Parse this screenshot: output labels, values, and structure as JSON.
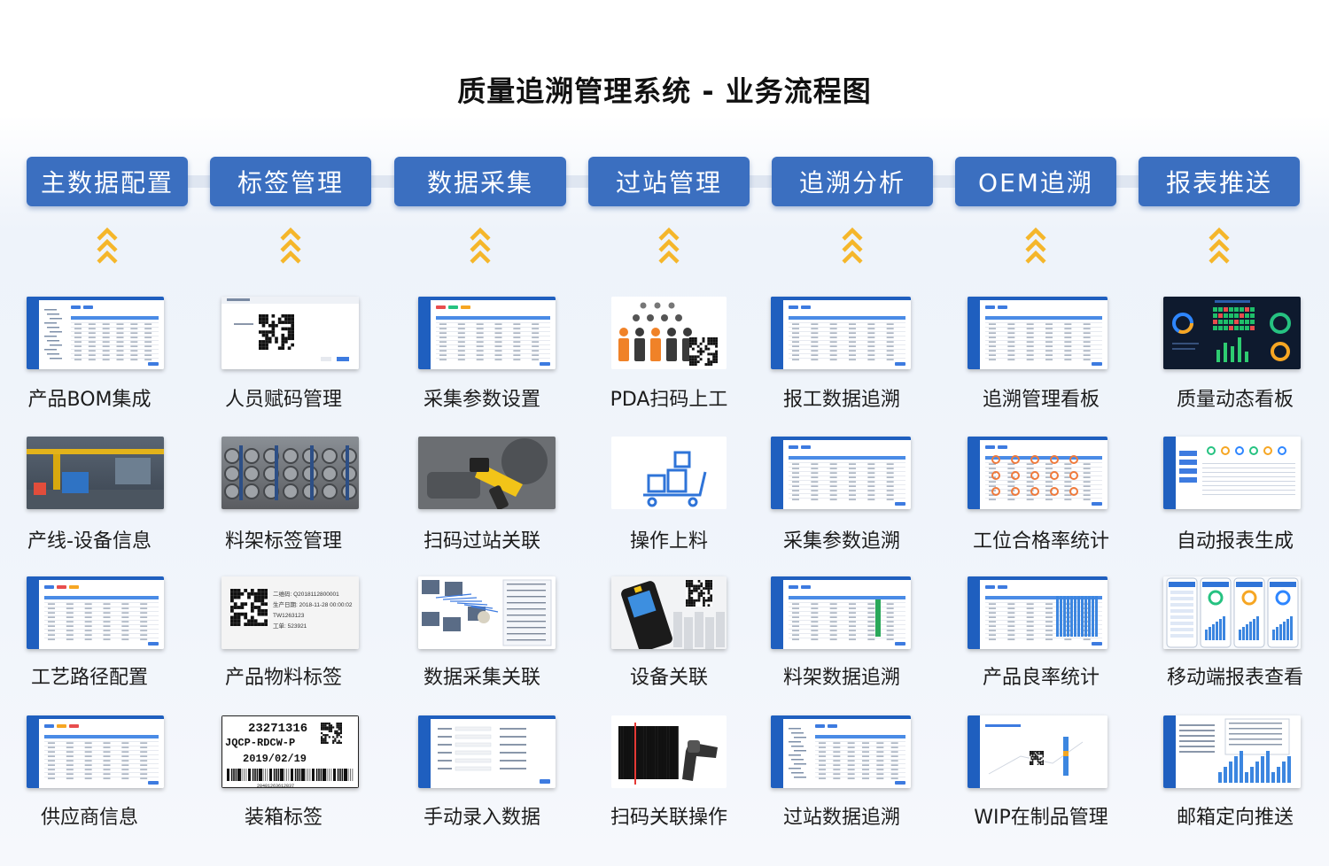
{
  "title": "质量追溯管理系统 - 业务流程图",
  "colors": {
    "header": "#3b6fc0",
    "chevron": "#f5b62a",
    "connector": "#dfe6f1"
  },
  "columns": [
    {
      "header": "主数据配置",
      "items": [
        "产品BOM集成",
        "产线-设备信息",
        "工艺路径配置",
        "供应商信息"
      ]
    },
    {
      "header": "标签管理",
      "items": [
        "人员赋码管理",
        "料架标签管理",
        "产品物料标签",
        "装箱标签"
      ]
    },
    {
      "header": "数据采集",
      "items": [
        "采集参数设置",
        "扫码过站关联",
        "数据采集关联",
        "手动录入数据"
      ]
    },
    {
      "header": "过站管理",
      "items": [
        "PDA扫码上工",
        "操作上料",
        "设备关联",
        "扫码关联操作"
      ]
    },
    {
      "header": "追溯分析",
      "items": [
        "报工数据追溯",
        "采集参数追溯",
        "料架数据追溯",
        "过站数据追溯"
      ]
    },
    {
      "header": "OEM追溯",
      "items": [
        "追溯管理看板",
        "工位合格率统计",
        "产品良率统计",
        "WIP在制品管理"
      ]
    },
    {
      "header": "报表推送",
      "items": [
        "质量动态看板",
        "自动报表生成",
        "移动端报表查看",
        "邮箱定向推送"
      ]
    }
  ],
  "thumbnail_text": {
    "label_card": {
      "line1": "二维码: Q2018112800001",
      "line2": "生产日期: 2018-11-28 00:00:02",
      "line3": "TW1263123",
      "line4": "工单: 523921"
    },
    "pack_label": {
      "code": "23271316",
      "part": "JQCP-RDCW-P",
      "date": "2019/02/19",
      "serial": "20481263612837"
    }
  }
}
